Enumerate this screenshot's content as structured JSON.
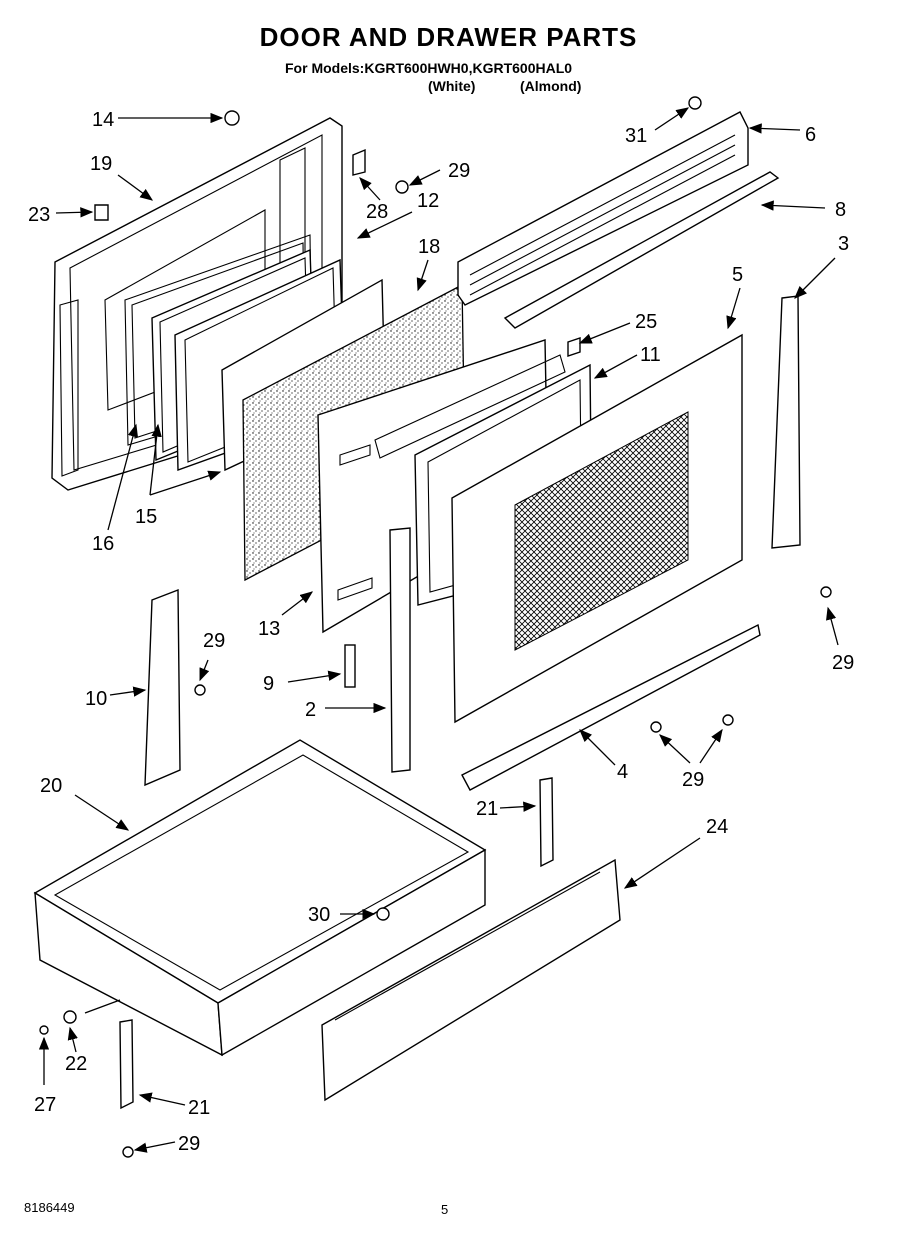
{
  "header": {
    "title": "DOOR AND DRAWER PARTS",
    "subtitle": "For Models:KGRT600HWH0,KGRT600HAL0",
    "color_white": "(White)",
    "color_almond": "(Almond)"
  },
  "footer": {
    "doc_number": "8186449",
    "page_number": "5"
  },
  "callouts": {
    "c14": "14",
    "c19": "19",
    "c23": "23",
    "c29a": "29",
    "c28": "28",
    "c12": "12",
    "c18": "18",
    "c31": "31",
    "c6": "6",
    "c8": "8",
    "c3": "3",
    "c5": "5",
    "c25": "25",
    "c11": "11",
    "c16": "16",
    "c15": "15",
    "c13": "13",
    "c9": "9",
    "c2": "2",
    "c10": "10",
    "c29b": "29",
    "c29c": "29",
    "c29d": "29",
    "c4": "4",
    "c20": "20",
    "c21a": "21",
    "c24": "24",
    "c30": "30",
    "c22": "22",
    "c27": "27",
    "c21b": "21",
    "c29e": "29"
  }
}
